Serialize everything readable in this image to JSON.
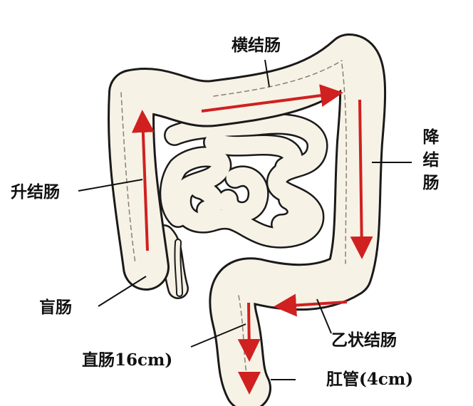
{
  "labels": {
    "transverse_colon": "横结肠",
    "descending_colon": "降结肠",
    "ascending_colon": "升结肠",
    "cecum": "盲肠",
    "sigmoid_colon": "乙状结肠",
    "rectum": "直肠16cm)",
    "anal_canal": "肛管(4cm)"
  },
  "colors": {
    "arrow": "#d02020",
    "tissue": "#f7f2e6",
    "outline": "#1a1a1a"
  }
}
